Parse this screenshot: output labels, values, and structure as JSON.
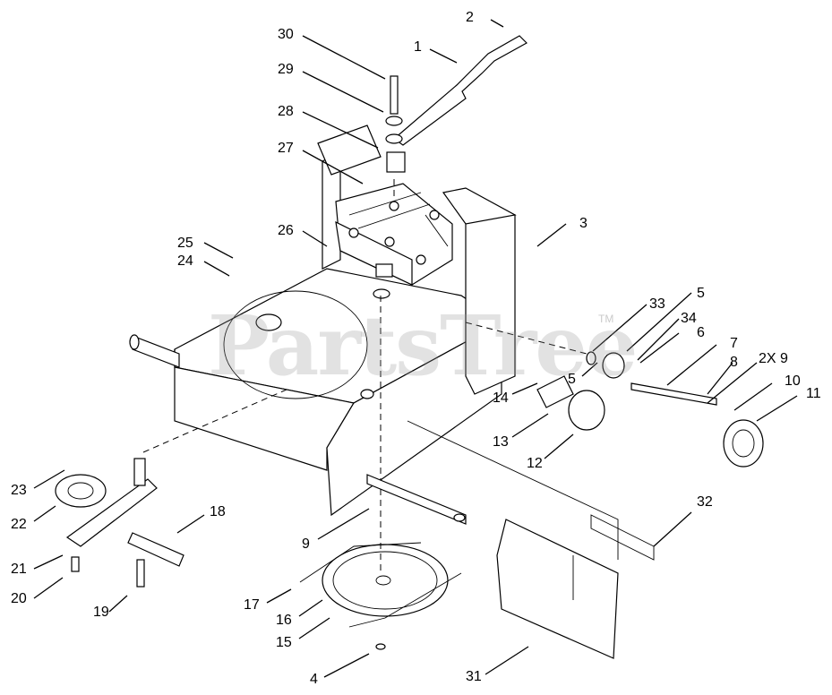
{
  "watermark": {
    "text": "PartsTree",
    "mark": "TM"
  },
  "callouts": [
    {
      "id": "c30",
      "text": "30"
    },
    {
      "id": "c2",
      "text": "2"
    },
    {
      "id": "c1",
      "text": "1"
    },
    {
      "id": "c29",
      "text": "29"
    },
    {
      "id": "c28",
      "text": "28"
    },
    {
      "id": "c27",
      "text": "27"
    },
    {
      "id": "c3",
      "text": "3"
    },
    {
      "id": "c25",
      "text": "25"
    },
    {
      "id": "c26",
      "text": "26"
    },
    {
      "id": "c24",
      "text": "24"
    },
    {
      "id": "c33",
      "text": "33"
    },
    {
      "id": "c5a",
      "text": "5"
    },
    {
      "id": "c34",
      "text": "34"
    },
    {
      "id": "c6",
      "text": "6"
    },
    {
      "id": "c7",
      "text": "7"
    },
    {
      "id": "c5b",
      "text": "5"
    },
    {
      "id": "c8",
      "text": "8"
    },
    {
      "id": "c2x9",
      "text": "2X 9"
    },
    {
      "id": "c10",
      "text": "10"
    },
    {
      "id": "c11",
      "text": "11"
    },
    {
      "id": "c14",
      "text": "14"
    },
    {
      "id": "c13",
      "text": "13"
    },
    {
      "id": "c12",
      "text": "12"
    },
    {
      "id": "c23",
      "text": "23"
    },
    {
      "id": "c18",
      "text": "18"
    },
    {
      "id": "c22",
      "text": "22"
    },
    {
      "id": "c32",
      "text": "32"
    },
    {
      "id": "c9",
      "text": "9"
    },
    {
      "id": "c21",
      "text": "21"
    },
    {
      "id": "c20",
      "text": "20"
    },
    {
      "id": "c17",
      "text": "17"
    },
    {
      "id": "c19",
      "text": "19"
    },
    {
      "id": "c16",
      "text": "16"
    },
    {
      "id": "c15",
      "text": "15"
    },
    {
      "id": "c4",
      "text": "4"
    },
    {
      "id": "c31",
      "text": "31"
    }
  ]
}
